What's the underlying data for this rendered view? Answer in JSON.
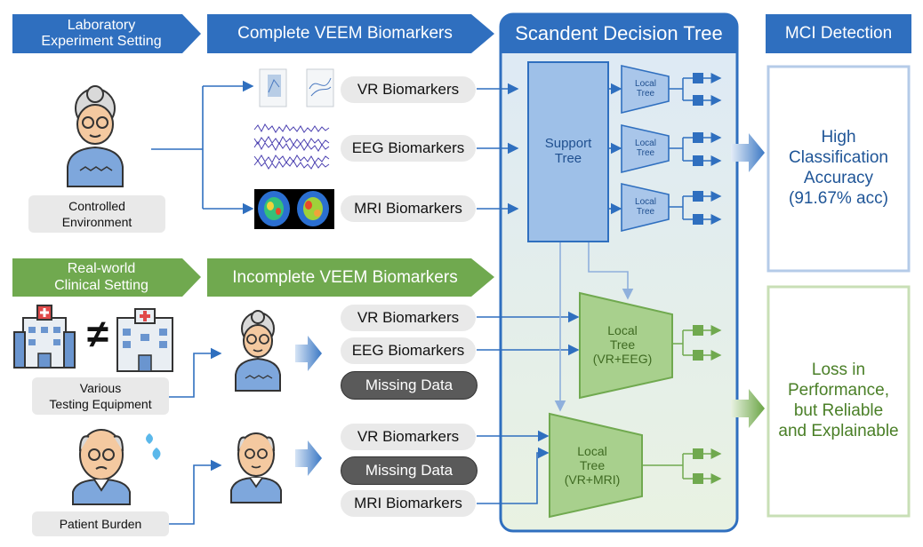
{
  "headers": {
    "lab_setting": "Laboratory\nExperiment Setting",
    "complete_veem": "Complete VEEM Biomarkers",
    "sdt": "Scandent Decision Tree",
    "mci": "MCI Detection",
    "real_world": "Real-world\nClinical Setting",
    "incomplete_veem": "Incomplete VEEM Biomarkers"
  },
  "labels": {
    "controlled_env": "Controlled\nEnvironment",
    "various_equipment": "Various\nTesting Equipment",
    "patient_burden": "Patient Burden",
    "not_equal": "≠"
  },
  "biomarkers_top": [
    "VR Biomarkers",
    "EEG Biomarkers",
    "MRI Biomarkers"
  ],
  "biomarkers_mid": [
    "VR Biomarkers",
    "EEG Biomarkers",
    "Missing Data"
  ],
  "biomarkers_bot": [
    "VR Biomarkers",
    "Missing Data",
    "MRI Biomarkers"
  ],
  "tree": {
    "support": "Support\nTree",
    "local_small": "Local\nTree",
    "local_vr_eeg": "Local\nTree\n(VR+EEG)",
    "local_vr_mri": "Local\nTree\n(VR+MRI)"
  },
  "results": {
    "high": "High\nClassification\nAccuracy\n(91.67% acc)",
    "loss": "Loss in\nPerformance,\nbut Reliable\nand Explainable"
  },
  "colors": {
    "blue_header": "#2f6fbf",
    "green_header": "#70a94f",
    "support_fill": "#9ec0e8",
    "local_blue": "#a9c6ea",
    "local_green": "#a8d08d",
    "green_text": "#4a7f27",
    "blue_text": "#1f5597"
  }
}
